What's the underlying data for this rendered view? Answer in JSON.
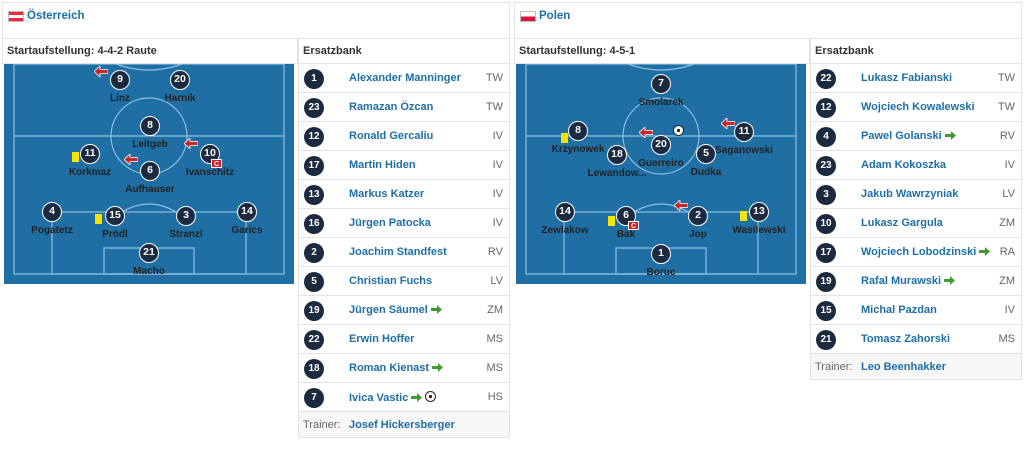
{
  "teams": [
    {
      "name": "Österreich",
      "flag_colors": [
        "#ed2939",
        "#ffffff",
        "#ed2939"
      ],
      "lineup_title": "Startaufstellung: 4-4-2 Raute",
      "bench_title": "Ersatzbank",
      "players": [
        {
          "number": "9",
          "name": "Linz"
        },
        {
          "number": "20",
          "name": "Harnik"
        },
        {
          "number": "8",
          "name": "Leitgeb"
        },
        {
          "number": "11",
          "name": "Korkmaz"
        },
        {
          "number": "10",
          "name": "Ivanschitz"
        },
        {
          "number": "6",
          "name": "Aufhauser"
        },
        {
          "number": "4",
          "name": "Pogatetz"
        },
        {
          "number": "15",
          "name": "Prödl"
        },
        {
          "number": "3",
          "name": "Stranzl"
        },
        {
          "number": "14",
          "name": "Garics"
        },
        {
          "number": "21",
          "name": "Macho"
        }
      ],
      "bench": [
        {
          "number": "1",
          "name": "Alexander Manninger",
          "pos": "TW"
        },
        {
          "number": "23",
          "name": "Ramazan Özcan",
          "pos": "TW"
        },
        {
          "number": "12",
          "name": "Ronald Gercaliu",
          "pos": "IV"
        },
        {
          "number": "17",
          "name": "Martin Hiden",
          "pos": "IV"
        },
        {
          "number": "13",
          "name": "Markus Katzer",
          "pos": "IV"
        },
        {
          "number": "16",
          "name": "Jürgen Patocka",
          "pos": "IV"
        },
        {
          "number": "2",
          "name": "Joachim Standfest",
          "pos": "RV"
        },
        {
          "number": "5",
          "name": "Christian Fuchs",
          "pos": "LV"
        },
        {
          "number": "19",
          "name": "Jürgen Säumel",
          "pos": "ZM"
        },
        {
          "number": "22",
          "name": "Erwin Hoffer",
          "pos": "MS"
        },
        {
          "number": "18",
          "name": "Roman Kienast",
          "pos": "MS"
        },
        {
          "number": "7",
          "name": "Ivica Vastic",
          "pos": "HS"
        }
      ],
      "trainer_label": "Trainer:",
      "trainer": "Josef Hickersberger"
    },
    {
      "name": "Polen",
      "flag_colors": [
        "#ffffff",
        "#dc143c"
      ],
      "lineup_title": "Startaufstellung: 4-5-1",
      "bench_title": "Ersatzbank",
      "players": [
        {
          "number": "7",
          "name": "Smolarek"
        },
        {
          "number": "8",
          "name": "Krzynowek"
        },
        {
          "number": "20",
          "name": "Guerreiro"
        },
        {
          "number": "11",
          "name": "Saganowski"
        },
        {
          "number": "18",
          "name": "Lewandow..."
        },
        {
          "number": "5",
          "name": "Dudka"
        },
        {
          "number": "14",
          "name": "Zewlakow"
        },
        {
          "number": "6",
          "name": "Bak"
        },
        {
          "number": "2",
          "name": "Jop"
        },
        {
          "number": "13",
          "name": "Wasilewski"
        },
        {
          "number": "1",
          "name": "Boruc"
        }
      ],
      "bench": [
        {
          "number": "22",
          "name": "Lukasz Fabianski",
          "pos": "TW"
        },
        {
          "number": "12",
          "name": "Wojciech Kowalewski",
          "pos": "TW"
        },
        {
          "number": "4",
          "name": "Pawel Golanski",
          "pos": "RV"
        },
        {
          "number": "23",
          "name": "Adam Kokoszka",
          "pos": "IV"
        },
        {
          "number": "3",
          "name": "Jakub Wawrzyniak",
          "pos": "LV"
        },
        {
          "number": "10",
          "name": "Lukasz Gargula",
          "pos": "ZM"
        },
        {
          "number": "17",
          "name": "Wojciech Lobodzinski",
          "pos": "RA"
        },
        {
          "number": "19",
          "name": "Rafal Murawski",
          "pos": "ZM"
        },
        {
          "number": "15",
          "name": "Michal Pazdan",
          "pos": "IV"
        },
        {
          "number": "21",
          "name": "Tomasz Zahorski",
          "pos": "MS"
        }
      ],
      "trainer_label": "Trainer:",
      "trainer": "Leo Beenhakker"
    }
  ],
  "captain_label": "C",
  "colors": {
    "pitch": "#1f6fa5",
    "link": "#1d6fa5",
    "marker": "#1b2a3f",
    "yellow": "#f5e400",
    "red_arrow": "#c62828",
    "green_arrow": "#3e9b2e"
  }
}
